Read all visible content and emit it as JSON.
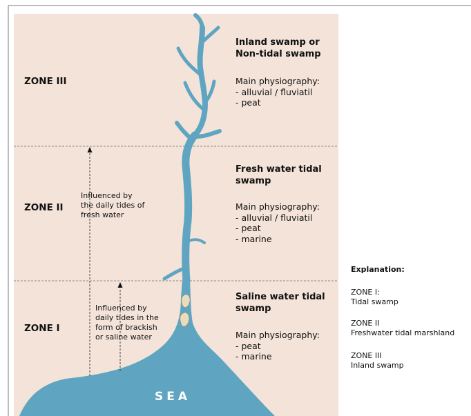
{
  "colors": {
    "background": "#f3e3d9",
    "water": "#5fa5c1",
    "sediment": "#e9dcbe",
    "border": "#7a7a7a"
  },
  "zones": {
    "zone3": {
      "label": "ZONE III",
      "title": "Inland swamp or\nNon-tidal swamp",
      "physiography": "Main physiography:\n- alluvial / fluviatil\n- peat"
    },
    "zone2": {
      "label": "ZONE II",
      "title": "Fresh water tidal\nswamp",
      "physiography": "Main physiography:\n- alluvial / fluviatil\n- peat\n- marine"
    },
    "zone1": {
      "label": "ZONE I",
      "title": "Saline water tidal\nswamp",
      "physiography": "Main physiography:\n- peat\n- marine"
    }
  },
  "influence": {
    "fresh": "Influenced by\nthe daily tides of\nfresh water",
    "saline": "Influenced by\ndaily tides in the\nform of brackish\nor saline water"
  },
  "sea_label": "SEA",
  "explanation": {
    "title": "Explanation:",
    "items": [
      "ZONE I:\nTidal swamp",
      "ZONE II\nFreshwater tidal marshland",
      "ZONE III\nInland swamp"
    ]
  }
}
